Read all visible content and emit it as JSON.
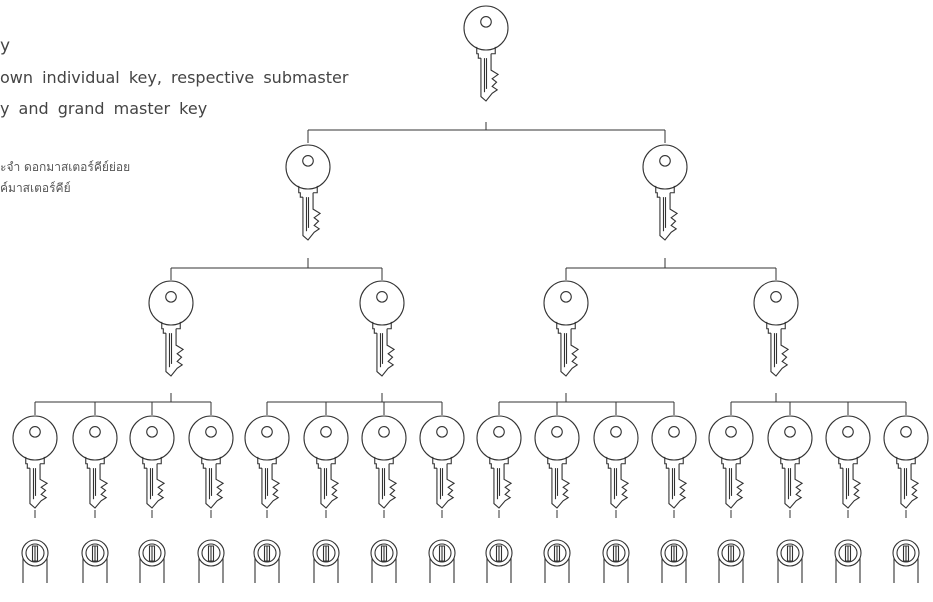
{
  "text": {
    "title": "y",
    "line1": "own individual key, respective submaster",
    "line2": "y and grand master key",
    "thai1": "ะจำ ดอกมาสเตอร์คีย์ย่อย",
    "thai2": "ค์มาสเตอร์คีย์"
  },
  "diagram": {
    "levels": [
      {
        "name": "grand-master-key",
        "count": 1
      },
      {
        "name": "master-key",
        "count": 2
      },
      {
        "name": "submaster-key",
        "count": 4
      },
      {
        "name": "individual-key",
        "count": 16
      }
    ],
    "cylinders": 16,
    "colors": {
      "stroke": "#333333",
      "fill": "#ffffff"
    }
  }
}
